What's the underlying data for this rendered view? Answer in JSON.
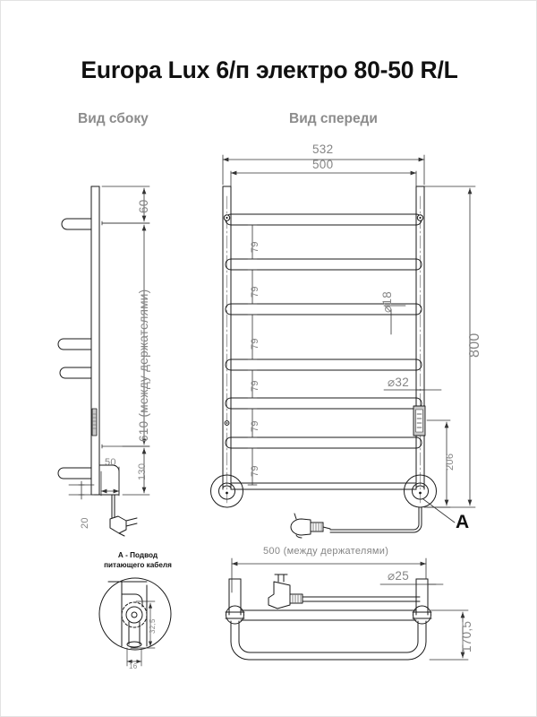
{
  "page": {
    "title": "Europa Lux 6/п электро 80-50 R/L",
    "background": "#ffffff",
    "border_color": "#e2e2e2",
    "line_color": "#1a1a1a",
    "dim_text_color": "#858585",
    "view_label_color": "#8c8c8c"
  },
  "views": {
    "side": {
      "label": "Вид сбоку"
    },
    "front": {
      "label": "Вид спереди"
    },
    "detail_a": {
      "marker": "A",
      "title_line1": "А - Подвод",
      "title_line2": "питающего кабеля"
    }
  },
  "dimensions": {
    "front_outer_width": "532",
    "front_inner_width": "500",
    "total_height": "800",
    "rung_pitch_1": "79",
    "rung_pitch_2": "79",
    "rung_pitch_3": "79",
    "rung_pitch_4": "79",
    "rung_pitch_5": "79",
    "rung_pitch_6": "79",
    "rung_diameter": "⌀18",
    "post_diameter": "⌀32",
    "module_height": "206",
    "side_depth_top": "60",
    "side_between_holders": "610 (между держателями)",
    "side_offset_50": "50",
    "side_offset_130": "130",
    "side_offset_20": "20",
    "bottom_between_holders": "500 (между держателями)",
    "bottom_bracket_diameter": "⌀25",
    "bottom_depth": "170,5",
    "detail_cable_offset": "32,5",
    "detail_cable_width": "16"
  }
}
